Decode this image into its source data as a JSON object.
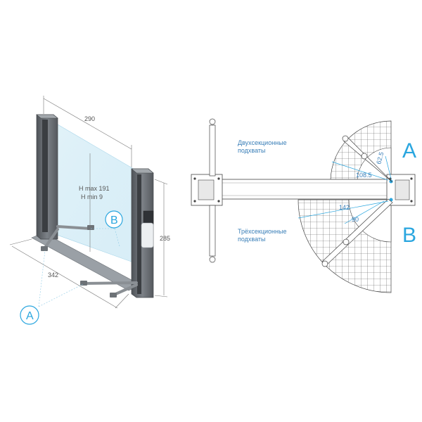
{
  "left_view": {
    "dim_top": "290",
    "dim_height": "285",
    "dim_base": "342",
    "h_max": "H max 191",
    "h_min": "H min 9",
    "callout_a": "A",
    "callout_b": "B"
  },
  "right_view": {
    "label_two_section": [
      "Двухсекционные",
      "подхваты"
    ],
    "label_three_section": [
      "Трёхсекционные",
      "подхваты"
    ],
    "dim_62": "62.5",
    "dim_108": "108.5",
    "dim_142": "142",
    "dim_90": "90",
    "marker_a": "A",
    "marker_b": "B"
  },
  "colors": {
    "accent": "#2aa6df",
    "column": "#5d6166",
    "grid": "#4a4a4a"
  }
}
